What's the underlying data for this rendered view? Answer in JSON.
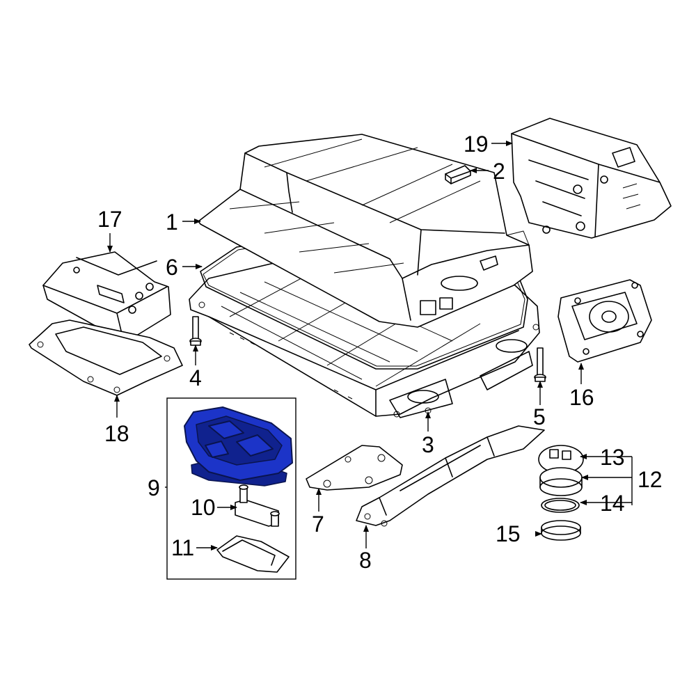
{
  "callouts": {
    "c1": "1",
    "c2": "2",
    "c3": "3",
    "c4": "4",
    "c5": "5",
    "c6": "6",
    "c7": "7",
    "c8": "8",
    "c9": "9",
    "c10": "10",
    "c11": "11",
    "c12": "12",
    "c13": "13",
    "c14": "14",
    "c15": "15",
    "c16": "16",
    "c17": "17",
    "c18": "18",
    "c19": "19"
  },
  "colors": {
    "highlight": "#1c34c8",
    "highlight_dark": "#10228e",
    "line": "#000000",
    "background": "#ffffff"
  }
}
